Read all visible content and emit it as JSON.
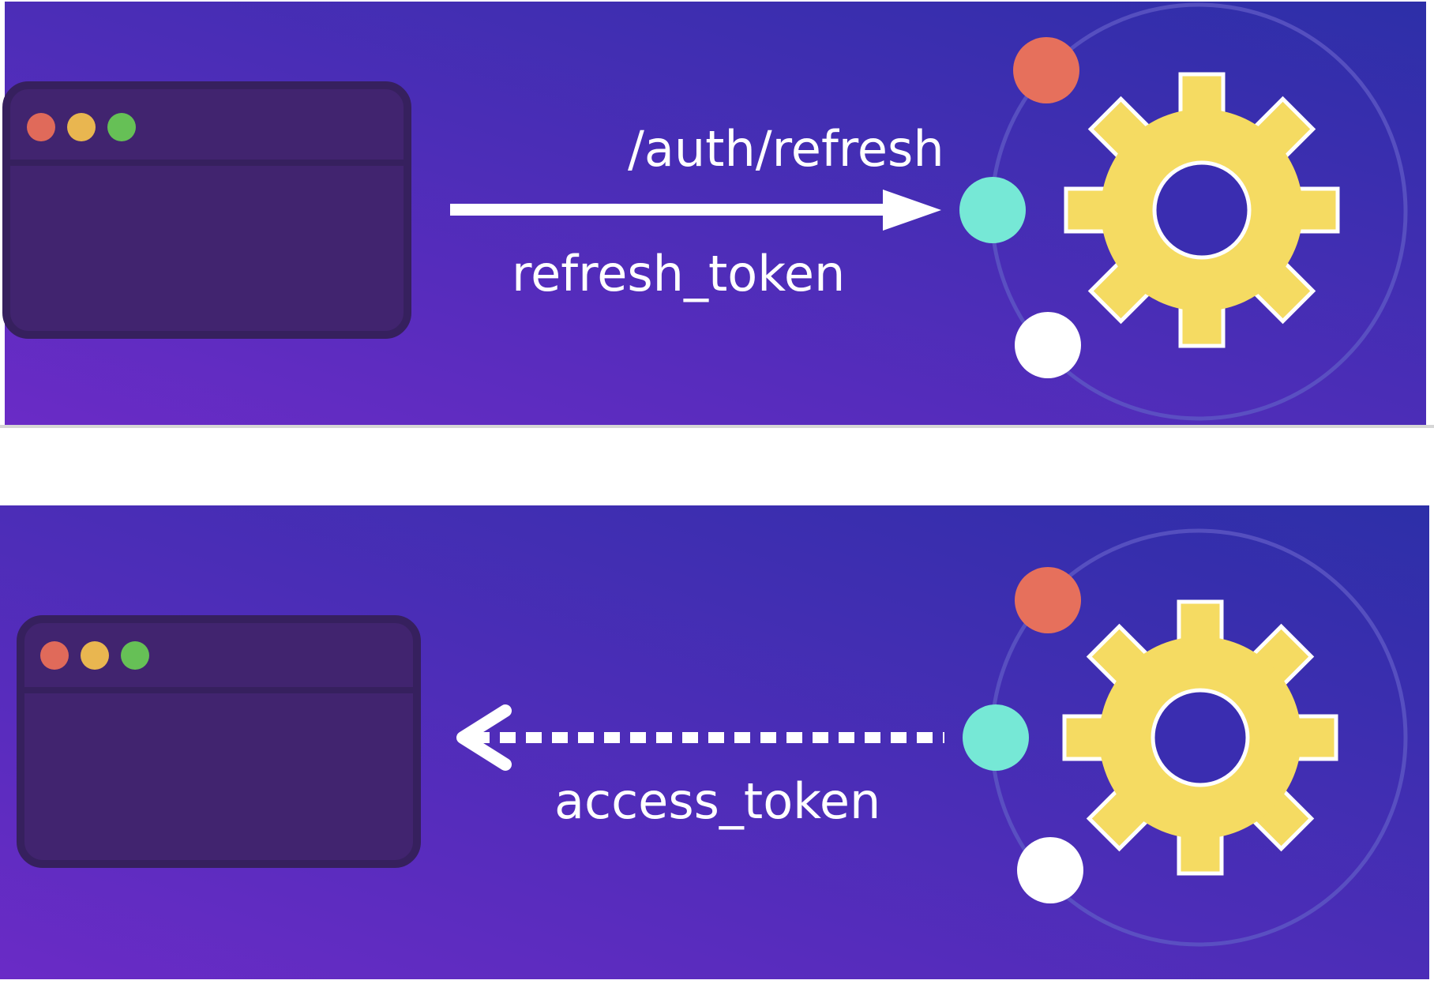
{
  "panels": [
    {
      "id": "request",
      "endpoint_label": "/auth/refresh",
      "token_label": "refresh_token",
      "direction": "client-to-server",
      "arrow_style": "solid"
    },
    {
      "id": "response",
      "token_label": "access_token",
      "direction": "server-to-client",
      "arrow_style": "dashed"
    }
  ],
  "icons": {
    "client": "browser-window-icon",
    "server": "gear-icon"
  },
  "colors": {
    "background_start": "#6a2bc6",
    "background_end": "#2d2fa8",
    "window_body": "#41246f",
    "window_border": "#36205e",
    "dot_red": "#e06a5a",
    "dot_yellow": "#e9b650",
    "dot_green": "#66c056",
    "gear": "#f5db62",
    "node_teal": "#76e8d6",
    "node_orange": "#e6705c",
    "node_white": "#ffffff",
    "label": "#ffffff"
  }
}
